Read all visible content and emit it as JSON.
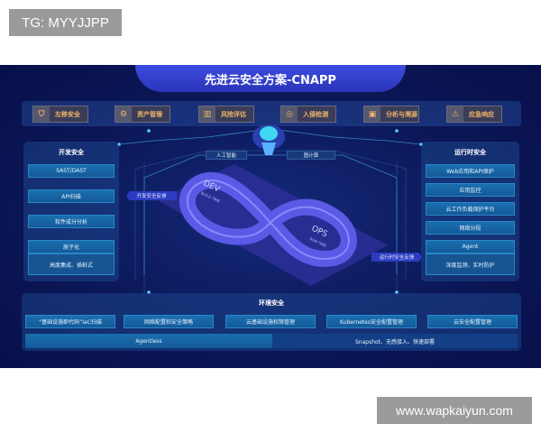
{
  "watermarks": {
    "top_left": "TG: MYYJJPP",
    "bottom_right": "www.wapkaiyun.com"
  },
  "title": "先进云安全方案-CNAPP",
  "top_row": [
    {
      "label": "左移安全",
      "icon": "shield-arrow-icon"
    },
    {
      "label": "资产管理",
      "icon": "gear-icon"
    },
    {
      "label": "风险评估",
      "icon": "chart-icon"
    },
    {
      "label": "入侵检测",
      "icon": "radar-icon"
    },
    {
      "label": "分析与溯源",
      "icon": "monitor-icon"
    },
    {
      "label": "应急响应",
      "icon": "alarm-icon"
    }
  ],
  "dev_security": {
    "title": "开发安全",
    "items": [
      "SAST/DAST",
      "API扫描",
      "软件成分分析",
      "原子化",
      "高度集成、插桩式"
    ]
  },
  "runtime_security": {
    "title": "运行时安全",
    "items": [
      "Web应用和API保护",
      "应用监控",
      "云工作负载保护平台",
      "网络分段",
      "Agent",
      "深度监测、实时防护"
    ]
  },
  "center": {
    "ai": "人工智能",
    "graph": "图计算",
    "dev_feedback": "开发安全反馈",
    "ops_feedback": "运行时安全反馈",
    "dev": "DEV",
    "ops": "OPS",
    "dev_sub": "BUILD TIME",
    "ops_sub": "RUN TIME"
  },
  "env_security": {
    "title": "环境安全",
    "items": [
      "“基础设施即代码”IaC扫描",
      "网络配置和安全策略",
      "云基础设施权限管理",
      "Kubernetes安全配置管理",
      "云安全配置管理"
    ],
    "agentless": "Agentless",
    "snapshot": "Snapshot、无感接入、快速部署"
  },
  "colors": {
    "background": "#0b1656",
    "accent": "#3d4ce0",
    "item": "#1a6fb0",
    "top_label": "#f2b56a"
  }
}
